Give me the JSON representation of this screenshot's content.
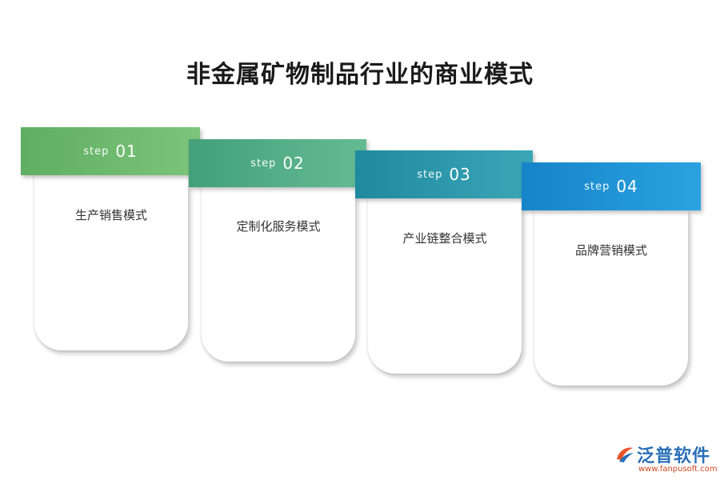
{
  "title": "非金属矿物制品行业的商业模式",
  "steps": [
    {
      "word": "step",
      "num": "01",
      "label": "生产销售模式",
      "color_start": "#5fae62",
      "color_end": "#7cc57a"
    },
    {
      "word": "step",
      "num": "02",
      "label": "定制化服务模式",
      "color_start": "#43a07a",
      "color_end": "#64bb92"
    },
    {
      "word": "step",
      "num": "03",
      "label": "产业链整合模式",
      "color_start": "#1f8a9e",
      "color_end": "#3aa6b8"
    },
    {
      "word": "step",
      "num": "04",
      "label": "品牌营销模式",
      "color_start": "#1684c8",
      "color_end": "#2aa3e0"
    }
  ],
  "logo": {
    "name": "泛普软件",
    "url": "www.fanpusoft.com",
    "icon": "fanpu-logo-icon"
  }
}
